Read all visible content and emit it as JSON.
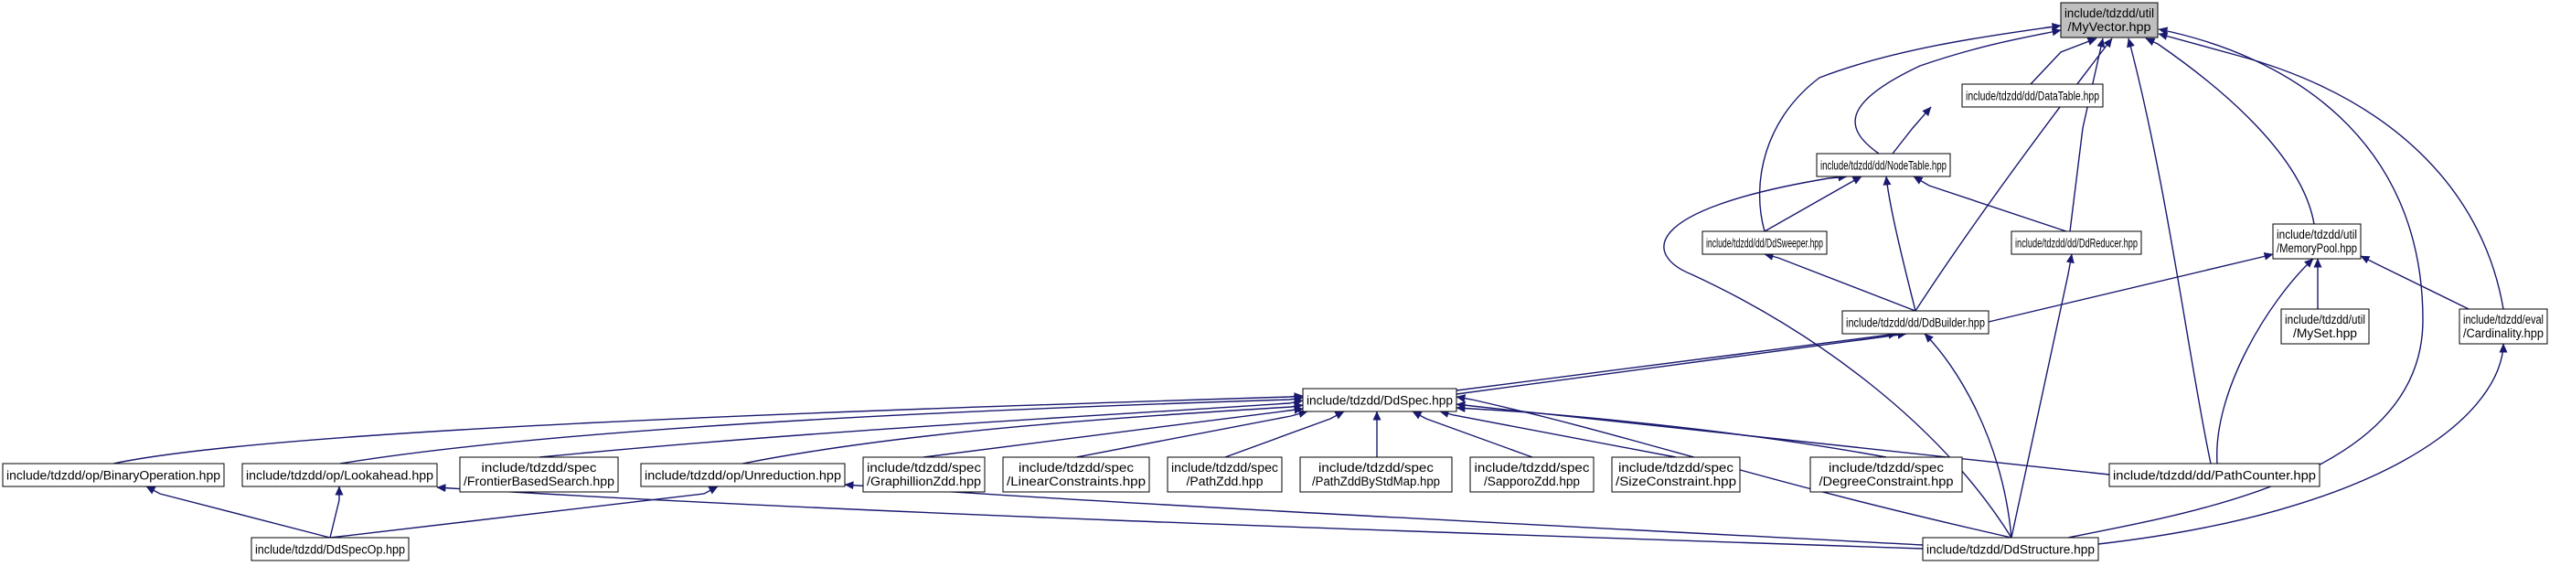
{
  "diagram": {
    "edge_color": "#191970",
    "node_fill": "#ffffff",
    "root_fill": "#bfbfbf",
    "nodes": {
      "myvector": [
        "include/tdzdd/util",
        "/MyVector.hpp"
      ],
      "datatable": [
        "include/tdzdd/dd/DataTable.hpp"
      ],
      "nodetable": [
        "include/tdzdd/dd/NodeTable.hpp"
      ],
      "ddsweeper": [
        "include/tdzdd/dd/DdSweeper.hpp"
      ],
      "ddreducer": [
        "include/tdzdd/dd/DdReducer.hpp"
      ],
      "memorypool": [
        "include/tdzdd/util",
        "/MemoryPool.hpp"
      ],
      "ddbuilder": [
        "include/tdzdd/dd/DdBuilder.hpp"
      ],
      "myset": [
        "include/tdzdd/util",
        "/MySet.hpp"
      ],
      "cardinality": [
        "include/tdzdd/eval",
        "/Cardinality.hpp"
      ],
      "ddspec": [
        "include/tdzdd/DdSpec.hpp"
      ],
      "binaryop": [
        "include/tdzdd/op/BinaryOperation.hpp"
      ],
      "lookahead": [
        "include/tdzdd/op/Lookahead.hpp"
      ],
      "frontier": [
        "include/tdzdd/spec",
        "/FrontierBasedSearch.hpp"
      ],
      "unreduction": [
        "include/tdzdd/op/Unreduction.hpp"
      ],
      "graphillion": [
        "include/tdzdd/spec",
        "/GraphillionZdd.hpp"
      ],
      "linear": [
        "include/tdzdd/spec",
        "/LinearConstraints.hpp"
      ],
      "pathzdd": [
        "include/tdzdd/spec",
        "/PathZdd.hpp"
      ],
      "pathzddstd": [
        "include/tdzdd/spec",
        "/PathZddByStdMap.hpp"
      ],
      "sapporo": [
        "include/tdzdd/spec",
        "/SapporoZdd.hpp"
      ],
      "sizeconstraint": [
        "include/tdzdd/spec",
        "/SizeConstraint.hpp"
      ],
      "degree": [
        "include/tdzdd/spec",
        "/DegreeConstraint.hpp"
      ],
      "pathcounter": [
        "include/tdzdd/dd/PathCounter.hpp"
      ],
      "ddspecop": [
        "include/tdzdd/DdSpecOp.hpp"
      ],
      "ddstructure": [
        "include/tdzdd/DdStructure.hpp"
      ]
    }
  }
}
